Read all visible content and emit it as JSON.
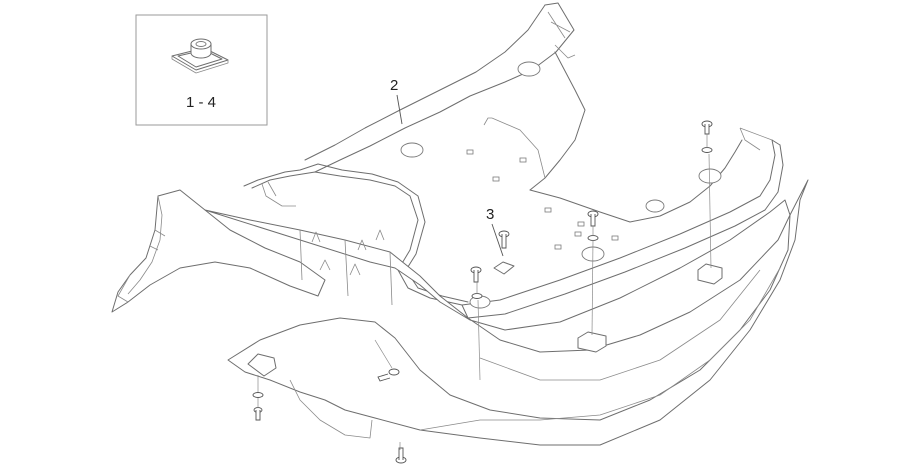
{
  "inset": {
    "label": "1 - 4"
  },
  "callouts": [
    {
      "id": "2",
      "label": "2"
    },
    {
      "id": "3",
      "label": "3"
    }
  ]
}
